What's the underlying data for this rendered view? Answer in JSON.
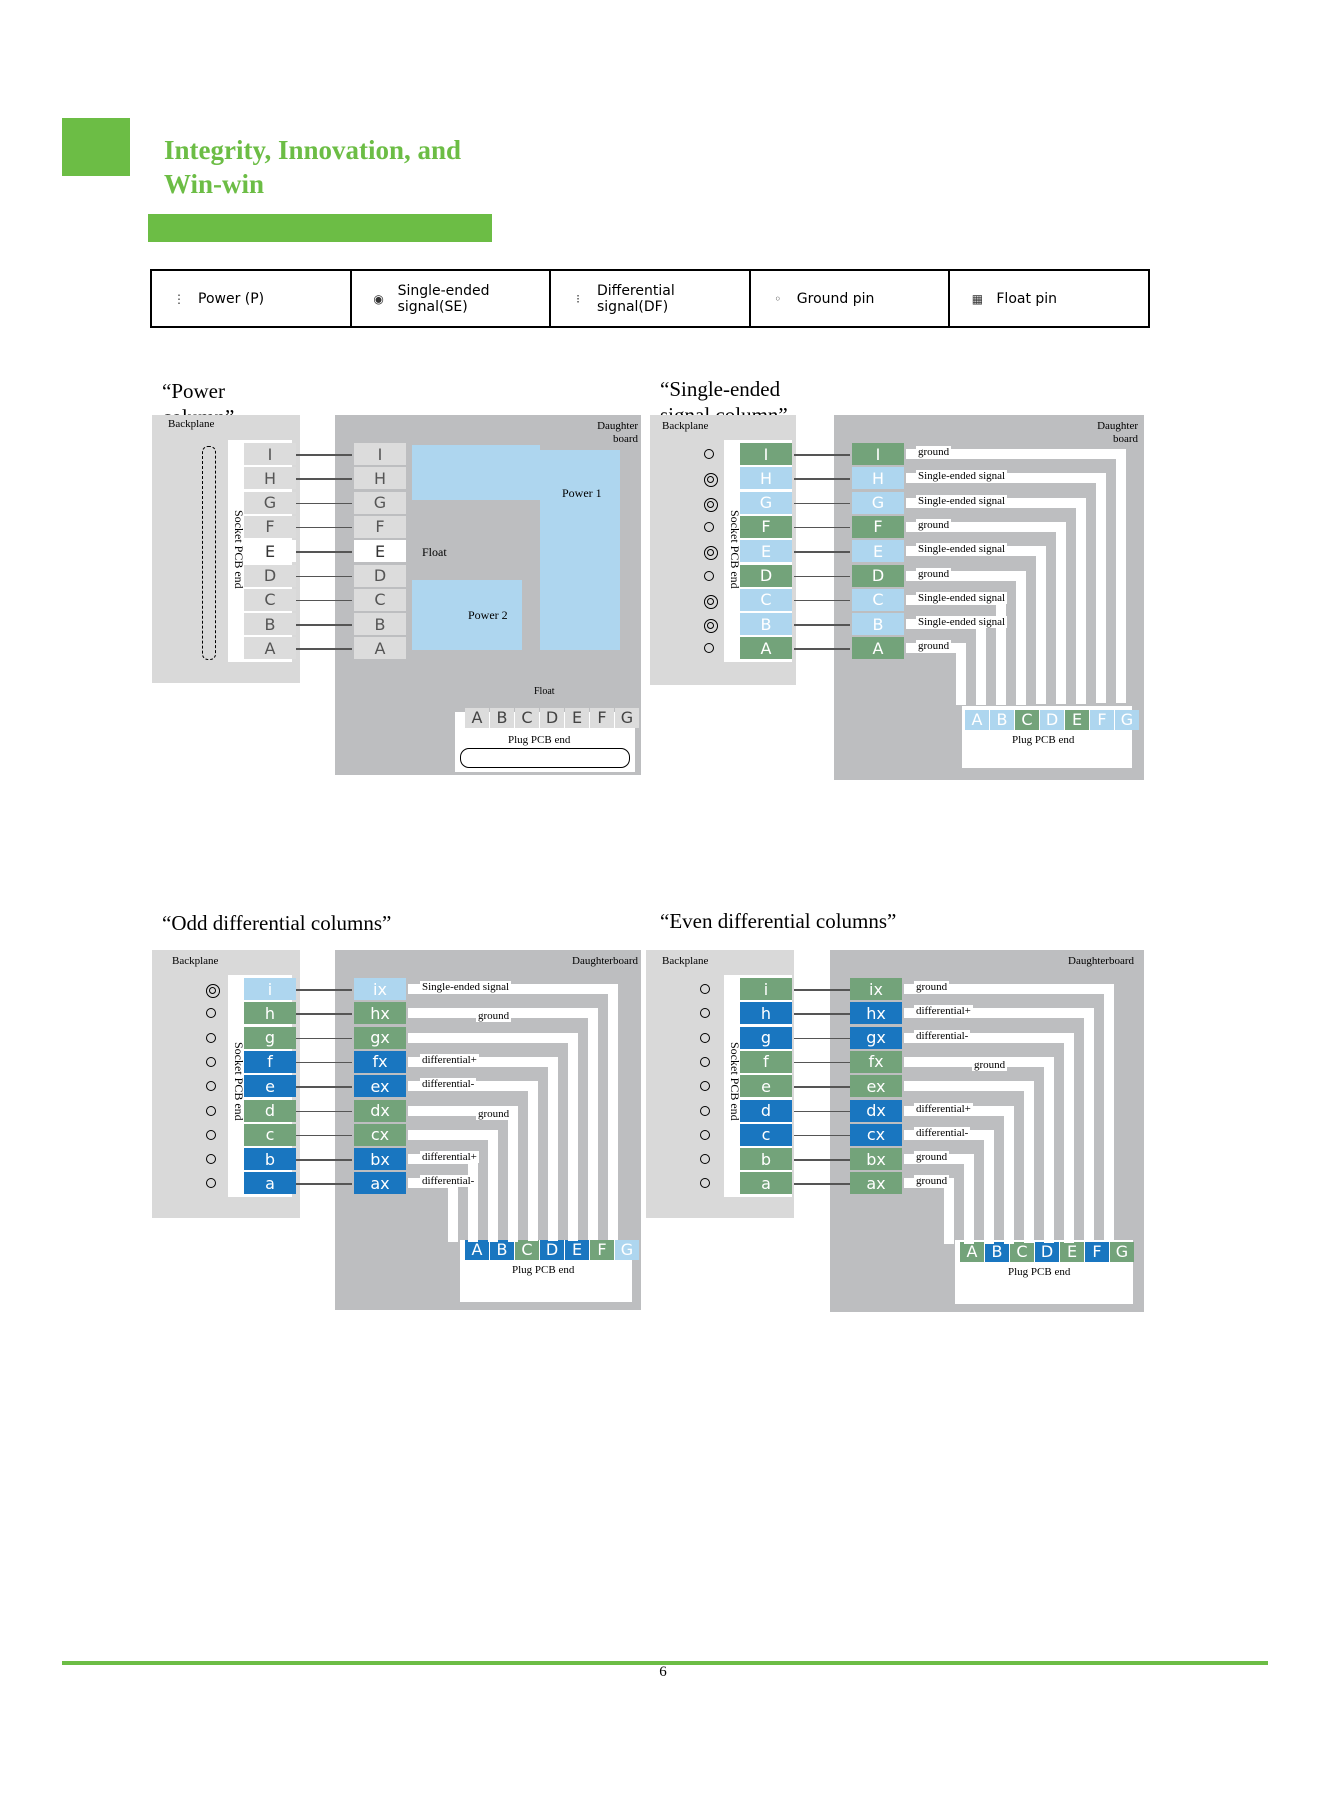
{
  "header": {
    "title_line1": "Integrity, Innovation, and",
    "title_line2": "Win-win"
  },
  "legend": [
    {
      "icon": "power-icon",
      "label": "Power (P)"
    },
    {
      "icon": "single-ended-icon",
      "label": "Single-ended signal(SE)"
    },
    {
      "icon": "differential-icon",
      "label": "Differential signal(DF)"
    },
    {
      "icon": "ground-pin-icon",
      "label": "Ground pin"
    },
    {
      "icon": "float-pin-icon",
      "label": "Float pin"
    }
  ],
  "sections": {
    "power": {
      "title": "“Power column”",
      "backplane": "Backplane",
      "daughter": "Daughter board",
      "socket": "Socket PCB end",
      "plug": "Plug PCB end",
      "power1": "Power 1",
      "power2": "Power 2",
      "float1": "Float",
      "float2": "Float",
      "rows": [
        "I",
        "H",
        "G",
        "F",
        "E",
        "D",
        "C",
        "B",
        "A"
      ],
      "plug_cols": [
        "A",
        "B",
        "C",
        "D",
        "E",
        "F",
        "G"
      ]
    },
    "single": {
      "title": "“Single-ended signal column”",
      "backplane": "Backplane",
      "daughter": "Daughter board",
      "socket": "Socket PCB end",
      "plug": "Plug PCB end",
      "rows": [
        "I",
        "H",
        "G",
        "F",
        "E",
        "D",
        "C",
        "B",
        "A"
      ],
      "labels": [
        "ground",
        "Single-ended signal",
        "Single-ended signal",
        "ground",
        "Single-ended signal",
        "ground",
        "Single-ended signal",
        "Single-ended signal",
        "ground"
      ],
      "plug_cols": [
        "A",
        "B",
        "C",
        "D",
        "E",
        "F",
        "G"
      ]
    },
    "odd": {
      "title": "“Odd differential columns”",
      "backplane": "Backplane",
      "daughter": "Daughterboard",
      "socket": "Socket PCB end",
      "plug": "Plug PCB end",
      "rows_left": [
        "i",
        "h",
        "g",
        "f",
        "e",
        "d",
        "c",
        "b",
        "a"
      ],
      "rows_right": [
        "ix",
        "hx",
        "gx",
        "fx",
        "ex",
        "dx",
        "cx",
        "bx",
        "ax"
      ],
      "labels": [
        "Single-ended signal",
        "ground",
        "",
        "differential+",
        "differential-",
        "ground",
        "",
        "differential+",
        "differential-"
      ],
      "plug_cols": [
        "A",
        "B",
        "C",
        "D",
        "E",
        "F",
        "G"
      ]
    },
    "even": {
      "title": "“Even differential columns”",
      "backplane": "Backplane",
      "daughter": "Daughterboard",
      "socket": "Socket PCB end",
      "plug": "Plug PCB end",
      "rows_left": [
        "i",
        "h",
        "g",
        "f",
        "e",
        "d",
        "c",
        "b",
        "a"
      ],
      "rows_right": [
        "ix",
        "hx",
        "gx",
        "fx",
        "ex",
        "dx",
        "cx",
        "bx",
        "ax"
      ],
      "labels": [
        "ground",
        "differential+",
        "differential-",
        "ground",
        "",
        "differential+",
        "differential-",
        "ground",
        "ground"
      ],
      "plug_cols": [
        "A",
        "B",
        "C",
        "D",
        "E",
        "F",
        "G"
      ]
    }
  },
  "colors": {
    "accent": "#6cbd45",
    "green_pin": "#73a37a",
    "light_blue_pin": "#aed6ef",
    "blue_pin": "#1976c0"
  },
  "footer": {
    "page_number": "6"
  }
}
